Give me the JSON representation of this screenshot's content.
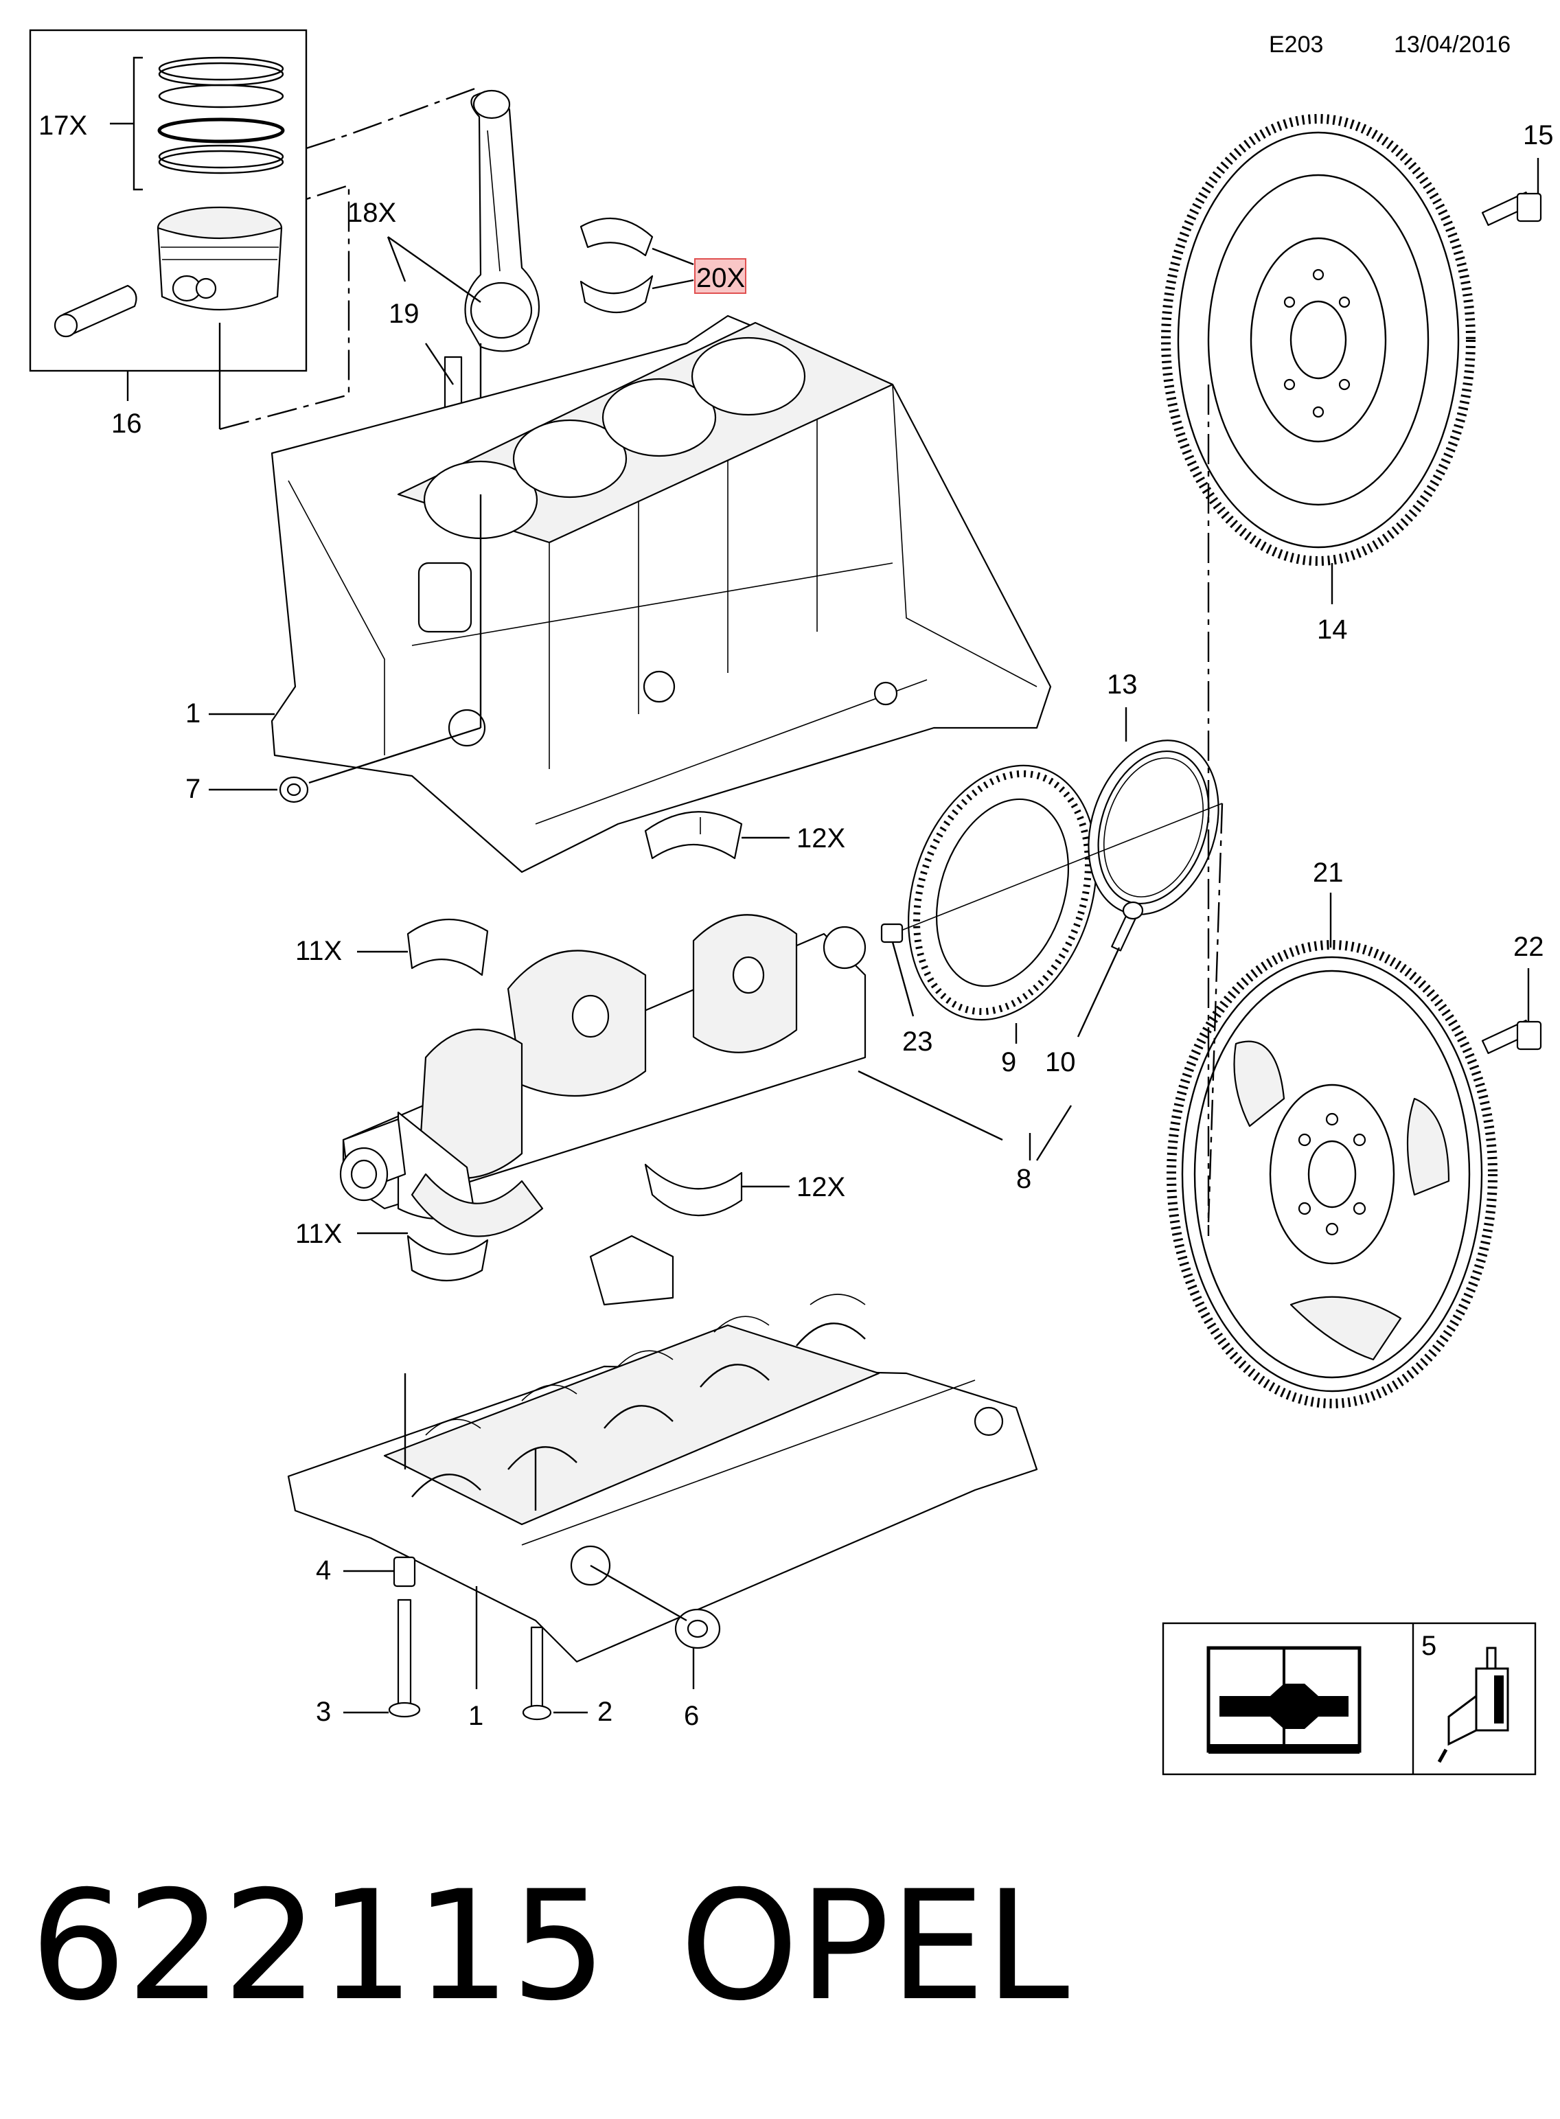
{
  "header": {
    "code": "E203",
    "date": "13/04/2016"
  },
  "callouts": {
    "c1a": "1",
    "c1b": "1",
    "c2": "2",
    "c3": "3",
    "c4": "4",
    "c5": "5",
    "c6": "6",
    "c7": "7",
    "c8": "8",
    "c9": "9",
    "c10": "10",
    "c11a": "11X",
    "c11b": "11X",
    "c12a": "12X",
    "c12b": "12X",
    "c13": "13",
    "c14": "14",
    "c15": "15",
    "c16": "16",
    "c17": "17X",
    "c18": "18X",
    "c19": "19",
    "c20": "20X",
    "c21": "21",
    "c22": "22",
    "c23": "23"
  },
  "footer": {
    "part_number": "622115",
    "brand": "OPEL"
  },
  "icons": {
    "manual": "manual-wrench-icon",
    "sealant": "sealant-tube-icon"
  },
  "colors": {
    "highlight_fill": "#f9c6c6",
    "highlight_stroke": "#e05050"
  }
}
